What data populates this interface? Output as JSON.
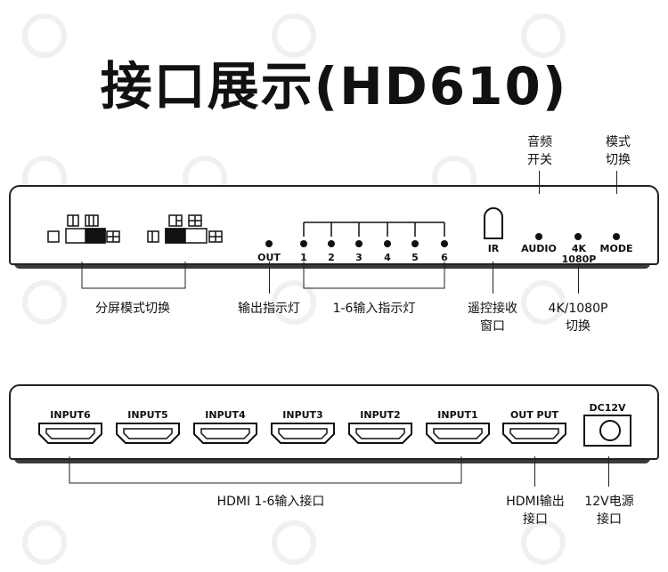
{
  "title": "接口展示(HD610)",
  "front": {
    "leds": [
      {
        "label": "OUT"
      },
      {
        "label": "1"
      },
      {
        "label": "2"
      },
      {
        "label": "3"
      },
      {
        "label": "4"
      },
      {
        "label": "5"
      },
      {
        "label": "6"
      }
    ],
    "ir_label": "IR",
    "audio_label": "AUDIO",
    "res_label_1": "4K",
    "res_label_2": "1080P",
    "mode_label": "MODE",
    "top_audio_1": "音频",
    "top_audio_2": "开关",
    "top_mode_1": "模式",
    "top_mode_2": "切换",
    "cap_split": "分屏模式切换",
    "cap_out_led": "输出指示灯",
    "cap_in_led": "1-6输入指示灯",
    "cap_ir_1": "遥控接收",
    "cap_ir_2": "窗口",
    "cap_res_1": "4K/1080P",
    "cap_res_2": "切换"
  },
  "back": {
    "inputs": [
      "INPUT6",
      "INPUT5",
      "INPUT4",
      "INPUT3",
      "INPUT2",
      "INPUT1"
    ],
    "output_label": "OUT PUT",
    "dc_label": "DC12V",
    "cap_inputs": "HDMI 1-6输入接口",
    "cap_output_1": "HDMI输出",
    "cap_output_2": "接口",
    "cap_power_1": "12V电源",
    "cap_power_2": "接口"
  }
}
